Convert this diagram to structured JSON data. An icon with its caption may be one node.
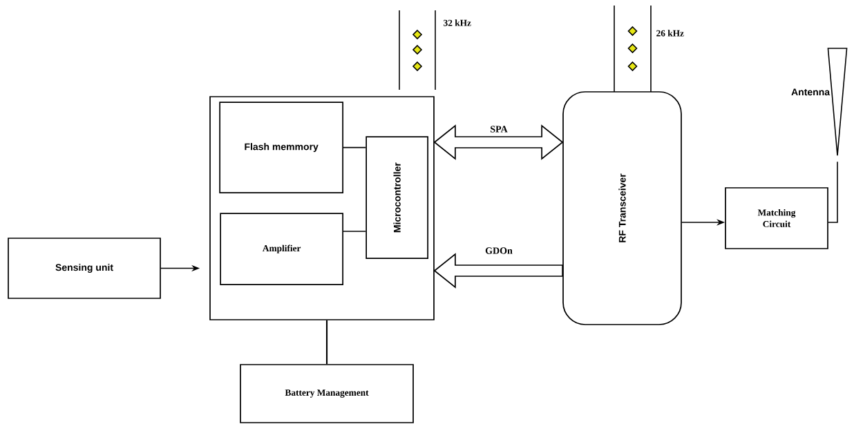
{
  "diagram": {
    "nodes": [
      {
        "text": [
          "Sensing unit"
        ]
      },
      {
        "text": [],
        "shape": "box"
      },
      {
        "text": [
          "Flash memmory"
        ],
        "in": 1
      },
      {
        "text": [
          "Amplifier"
        ],
        "in": 1
      },
      {
        "text": [
          "Microcontroller"
        ],
        "in": 1
      },
      {
        "text": [
          "RF Transceiver"
        ]
      },
      {
        "text": [
          "Matching Circuit"
        ]
      },
      {
        "text": [
          "Antenna"
        ]
      },
      {
        "text": [
          "Battery Management"
        ]
      }
    ],
    "edges": [
      {
        "from": 0,
        "to": 1,
        "arrow": "to"
      },
      {
        "from": 2,
        "to": 4,
        "arrow": "none"
      },
      {
        "from": 3,
        "to": 4,
        "arrow": "none"
      },
      {
        "from": 1,
        "to": 5,
        "arrow": "both",
        "label": "SPA",
        "style": "thick"
      },
      {
        "from": 5,
        "to": 1,
        "arrow": "to",
        "label": "GDOn",
        "style": "thick"
      },
      {
        "from": 5,
        "to": 6,
        "arrow": "to"
      },
      {
        "from": 6,
        "to": 7,
        "arrow": "none"
      },
      {
        "from": 1,
        "to": 8,
        "arrow": "none"
      }
    ],
    "labels": [
      "32 kHz",
      "26 kHz"
    ]
  }
}
